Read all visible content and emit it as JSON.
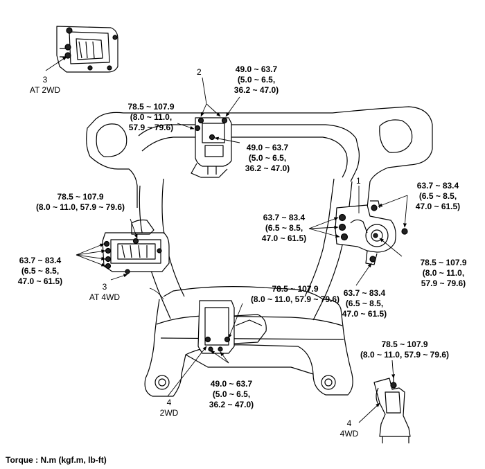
{
  "callouts": {
    "at2wd_num": "3",
    "at2wd_text": "AT 2WD",
    "c2_num": "2",
    "c2_top_l1": "49.0 ~ 63.7",
    "c2_top_l2": "(5.0 ~ 6.5,",
    "c2_top_l3": "36.2 ~ 47.0)",
    "c2_left_l1": "78.5 ~ 107.9",
    "c2_left_l2": "(8.0 ~ 11.0,",
    "c2_left_l3": "57.9 ~ 79.6)",
    "c2_bot_l1": "49.0 ~ 63.7",
    "c2_bot_l2": "(5.0 ~ 6.5,",
    "c2_bot_l3": "36.2 ~ 47.0)",
    "at4wd_top_l1": "78.5 ~ 107.9",
    "at4wd_top_l2": "(8.0 ~ 11.0, 57.9 ~ 79.6)",
    "at4wd_left_l1": "63.7 ~ 83.4",
    "at4wd_left_l2": "(6.5 ~ 8.5,",
    "at4wd_left_l3": "47.0 ~ 61.5)",
    "at4wd_num": "3",
    "at4wd_text": "AT 4WD",
    "c1_num": "1",
    "c1_tr_l1": "63.7 ~ 83.4",
    "c1_tr_l2": "(6.5 ~ 8.5,",
    "c1_tr_l3": "47.0 ~ 61.5)",
    "c1_mid_l1": "63.7 ~ 83.4",
    "c1_mid_l2": "(6.5 ~ 8.5,",
    "c1_mid_l3": "47.0 ~ 61.5)",
    "c1_right_l1": "78.5 ~ 107.9",
    "c1_right_l2": "(8.0 ~ 11.0,",
    "c1_right_l3": "57.9 ~ 79.6)",
    "c1_bot_l1": "63.7 ~ 83.4",
    "c1_bot_l2": "(6.5 ~ 8.5,",
    "c1_bot_l3": "47.0 ~ 61.5)",
    "c4_top_l1": "78.5 ~ 107.9",
    "c4_top_l2": "(8.0 ~ 11.0, 57.9 ~ 79.6)",
    "c4_bot_l1": "49.0 ~ 63.7",
    "c4_bot_l2": "(5.0 ~ 6.5,",
    "c4_bot_l3": "36.2 ~ 47.0)",
    "c4_2wd_num": "4",
    "c4_2wd_text": "2WD",
    "c4wd_top_l1": "78.5 ~ 107.9",
    "c4wd_top_l2": "(8.0 ~ 11.0, 57.9 ~ 79.6)",
    "c4wd_num": "4",
    "c4wd_text": "4WD"
  },
  "footer": {
    "torque": "Torque : N.m (kgf.m, lb-ft)"
  }
}
